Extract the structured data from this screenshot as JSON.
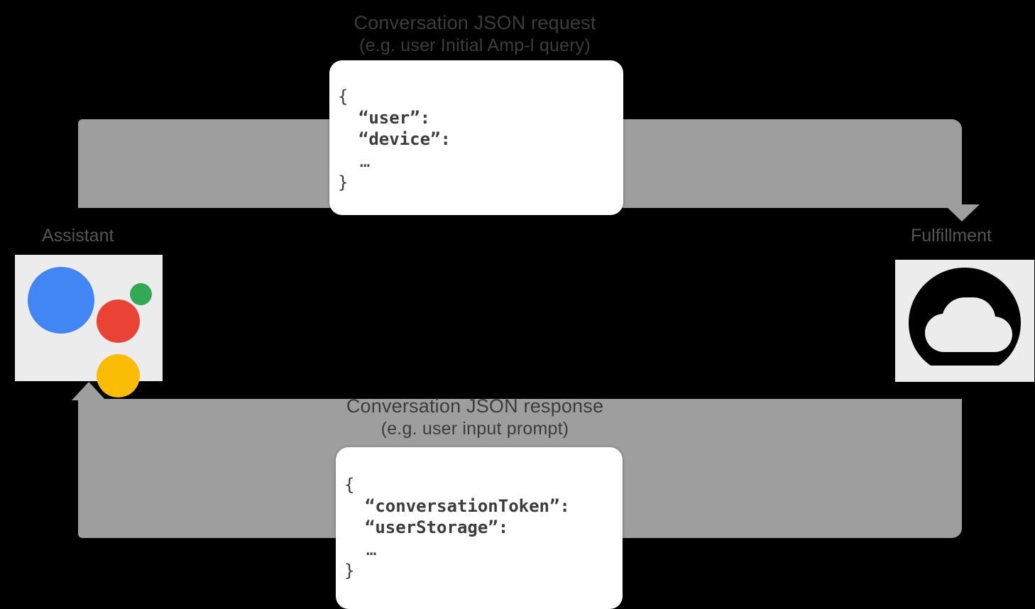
{
  "diagram": {
    "type": "sequence-flow",
    "background_color": "#000000",
    "arrow_color": "#9e9e9e",
    "tile_color": "#ececec"
  },
  "flows": {
    "request": {
      "title": "Conversation JSON request",
      "subtitle": "(e.g. user Initial Amp-l query)",
      "direction": "assistant-to-fulfillment"
    },
    "response": {
      "title": "Conversation JSON response",
      "subtitle": "(e.g. user input prompt)",
      "direction": "fulfillment-to-assistant"
    }
  },
  "nodes": {
    "assistant": {
      "label": "Assistant",
      "icon": "google-assistant-icon",
      "colors": {
        "blue": "#4285f4",
        "red": "#ea4335",
        "green": "#34a853",
        "yellow": "#fbbc05"
      }
    },
    "fulfillment": {
      "label": "Fulfillment",
      "icon": "cloud-functions-icon",
      "colors": {
        "mark": "#000000",
        "cloud": "#ececec"
      }
    }
  },
  "payloads": {
    "request": {
      "open_brace": "{",
      "lines": [
        "  “user”:",
        "  “device”:"
      ],
      "ellipsis": "  …",
      "close_brace": "}"
    },
    "response": {
      "open_brace": "{",
      "lines": [
        "  “conversationToken”:",
        "  “userStorage”:"
      ],
      "ellipsis": "  …",
      "close_brace": "}"
    }
  }
}
